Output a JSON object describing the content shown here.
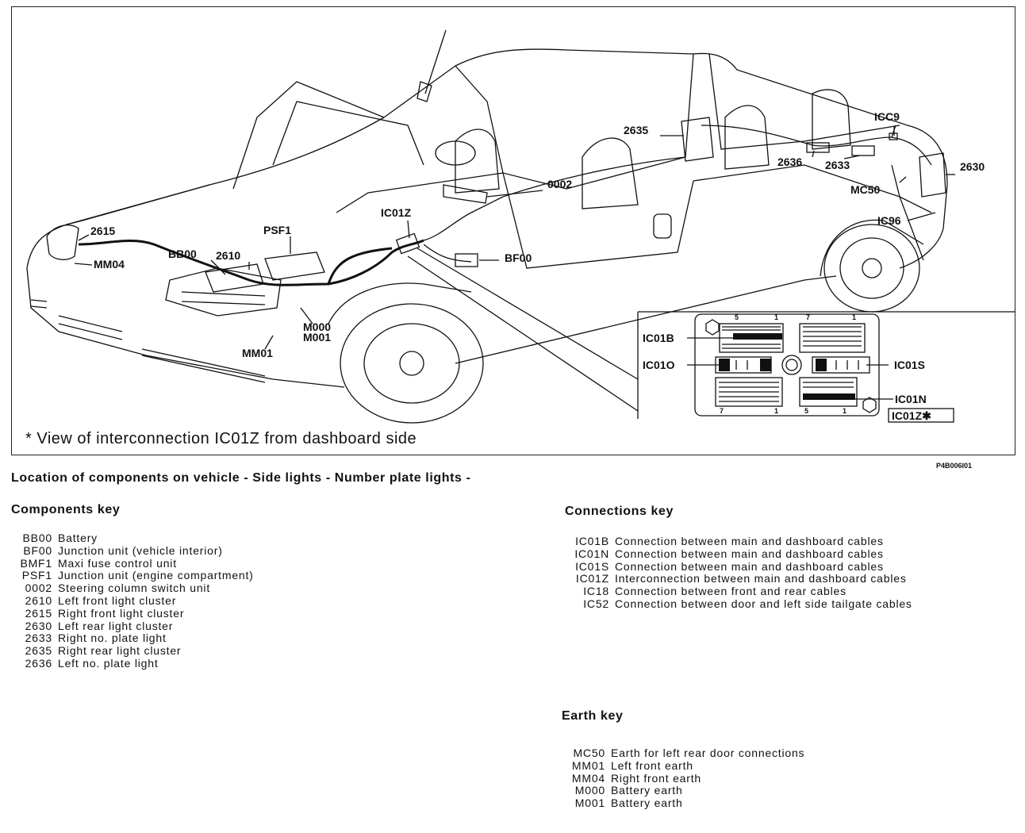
{
  "diagram": {
    "labels": {
      "c2615": "2615",
      "mm04": "MM04",
      "bb00": "BB00",
      "c2610": "2610",
      "psf1": "PSF1",
      "ic01z": "IC01Z",
      "c0002": "0002",
      "bf00": "BF00",
      "c2635": "2635",
      "icc9": "ICC9",
      "c2636": "2636",
      "c2633": "2633",
      "c2630": "2630",
      "mc50": "MC50",
      "ic96": "IC96",
      "m000": "M000",
      "m001": "M001",
      "mm01": "MM01"
    },
    "inset": {
      "ic01b": "IC01B",
      "ic01o": "IC01O",
      "ic01s": "IC01S",
      "ic01n": "IC01N",
      "title": "IC01Z✱",
      "pin_top": [
        "5",
        "1",
        "7",
        "1"
      ],
      "pin_bottom": [
        "7",
        "1",
        "5",
        "1"
      ]
    }
  },
  "footnote": "* View of interconnection IC01Z from dashboard side",
  "reference": "P4B006I01",
  "title": "Location of components on vehicle - Side lights - Number plate lights -",
  "components_key": {
    "heading": "Components key",
    "items": [
      {
        "code": "BB00",
        "desc": "Battery"
      },
      {
        "code": "BF00",
        "desc": "Junction unit (vehicle interior)"
      },
      {
        "code": "BMF1",
        "desc": "Maxi fuse control unit"
      },
      {
        "code": "PSF1",
        "desc": "Junction unit (engine compartment)"
      },
      {
        "code": "0002",
        "desc": "Steering column switch unit"
      },
      {
        "code": "2610",
        "desc": "Left front light cluster"
      },
      {
        "code": "2615",
        "desc": "Right front light cluster"
      },
      {
        "code": "2630",
        "desc": "Left rear light cluster"
      },
      {
        "code": "2633",
        "desc": "Right no. plate light"
      },
      {
        "code": "2635",
        "desc": "Right rear light cluster"
      },
      {
        "code": "2636",
        "desc": "Left no. plate light"
      }
    ]
  },
  "connections_key": {
    "heading": "Connections key",
    "items": [
      {
        "code": "IC01B",
        "desc": "Connection between main and dashboard cables"
      },
      {
        "code": "IC01N",
        "desc": "Connection between main and dashboard cables"
      },
      {
        "code": "IC01S",
        "desc": "Connection between main and dashboard cables"
      },
      {
        "code": "IC01Z",
        "desc": "Interconnection between main and dashboard cables"
      },
      {
        "code": "IC18",
        "desc": "Connection between front and rear cables"
      },
      {
        "code": "IC52",
        "desc": "Connection between door and left side tailgate cables"
      }
    ]
  },
  "earth_key": {
    "heading": "Earth key",
    "items": [
      {
        "code": "MC50",
        "desc": "Earth for left rear door connections"
      },
      {
        "code": "MM01",
        "desc": "Left front earth"
      },
      {
        "code": "MM04",
        "desc": "Right front earth"
      },
      {
        "code": "M000",
        "desc": "Battery earth"
      },
      {
        "code": "M001",
        "desc": "Battery earth"
      }
    ]
  }
}
